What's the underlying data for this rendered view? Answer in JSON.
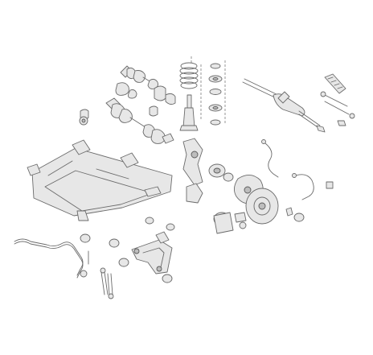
{
  "figure": {
    "kind": "exploded-parts-diagram",
    "subject": "front-axle-suspension-assembly",
    "colors": {
      "line": "#6b6b6b",
      "fill": "#e7e7e7",
      "shade": "#bdbdbd",
      "background": "#ffffff"
    },
    "parts": [
      {
        "id": "drive-shaft-upper",
        "icon": "drive-shaft-icon"
      },
      {
        "id": "drive-shaft-lower",
        "icon": "drive-shaft-icon"
      },
      {
        "id": "cv-boot-kit",
        "icon": "boot-icon"
      },
      {
        "id": "coil-spring",
        "icon": "spring-icon"
      },
      {
        "id": "shock-absorber-strut",
        "icon": "strut-icon"
      },
      {
        "id": "strut-mount-stack",
        "icon": "mount-icon"
      },
      {
        "id": "steering-rack",
        "icon": "steering-rack-icon"
      },
      {
        "id": "rack-boots",
        "icon": "boot-icon"
      },
      {
        "id": "tie-rod-ends",
        "icon": "tie-rod-icon"
      },
      {
        "id": "subframe-crossmember",
        "icon": "subframe-icon"
      },
      {
        "id": "steering-knuckle",
        "icon": "knuckle-icon"
      },
      {
        "id": "wheel-hub-bearing",
        "icon": "hub-icon"
      },
      {
        "id": "brake-disc",
        "icon": "disc-icon"
      },
      {
        "id": "dust-shield",
        "icon": "shield-plate-icon"
      },
      {
        "id": "brake-caliper",
        "icon": "caliper-icon"
      },
      {
        "id": "abs-sensor-cables",
        "icon": "sensor-cable-icon"
      },
      {
        "id": "stabilizer-bar",
        "icon": "stabilizer-bar-icon"
      },
      {
        "id": "stabilizer-links",
        "icon": "link-icon"
      },
      {
        "id": "control-arm",
        "icon": "control-arm-icon"
      },
      {
        "id": "bushings",
        "icon": "bushing-icon"
      }
    ]
  }
}
